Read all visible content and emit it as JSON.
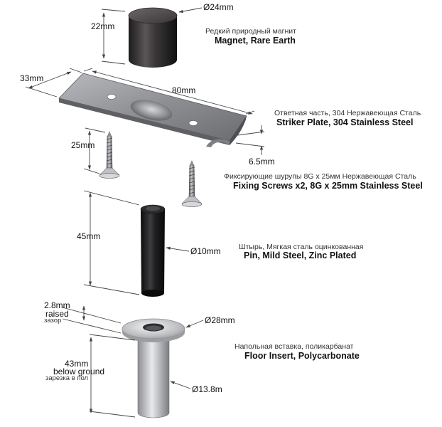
{
  "magnet": {
    "diameter": "Ø24mm",
    "height": "22mm",
    "label_ru": "Редкий природный магнит",
    "label_en": "Magnet, Rare Earth"
  },
  "striker_plate": {
    "width": "33mm",
    "length": "80mm",
    "lip": "6.5mm",
    "label_ru": "Ответная часть, 304 Нержавеющая Сталь",
    "label_en": "Striker Plate, 304 Stainless Steel"
  },
  "screws": {
    "length": "25mm",
    "label_ru": "Фиксирующие шурупы 8G x 25мм Нержавеющая Сталь",
    "label_en": "Fixing Screws x2, 8G x 25mm Stainless Steel"
  },
  "pin": {
    "length": "45mm",
    "diameter": "Ø10mm",
    "label_ru": "Штырь, Мягкая сталь оцинкованная",
    "label_en": "Pin, Mild Steel, Zinc Plated"
  },
  "floor_insert": {
    "raised": "2.8mm",
    "raised_word": "raised",
    "raised_ru": "зазор",
    "depth": "43mm",
    "depth_word": "below ground",
    "depth_ru": "зарезка в пол",
    "flange_diameter": "Ø28mm",
    "tube_diameter": "Ø13.8m",
    "label_ru": "Напольная вставка, поликарбанат",
    "label_en": "Floor Insert, Polycarbonate"
  }
}
